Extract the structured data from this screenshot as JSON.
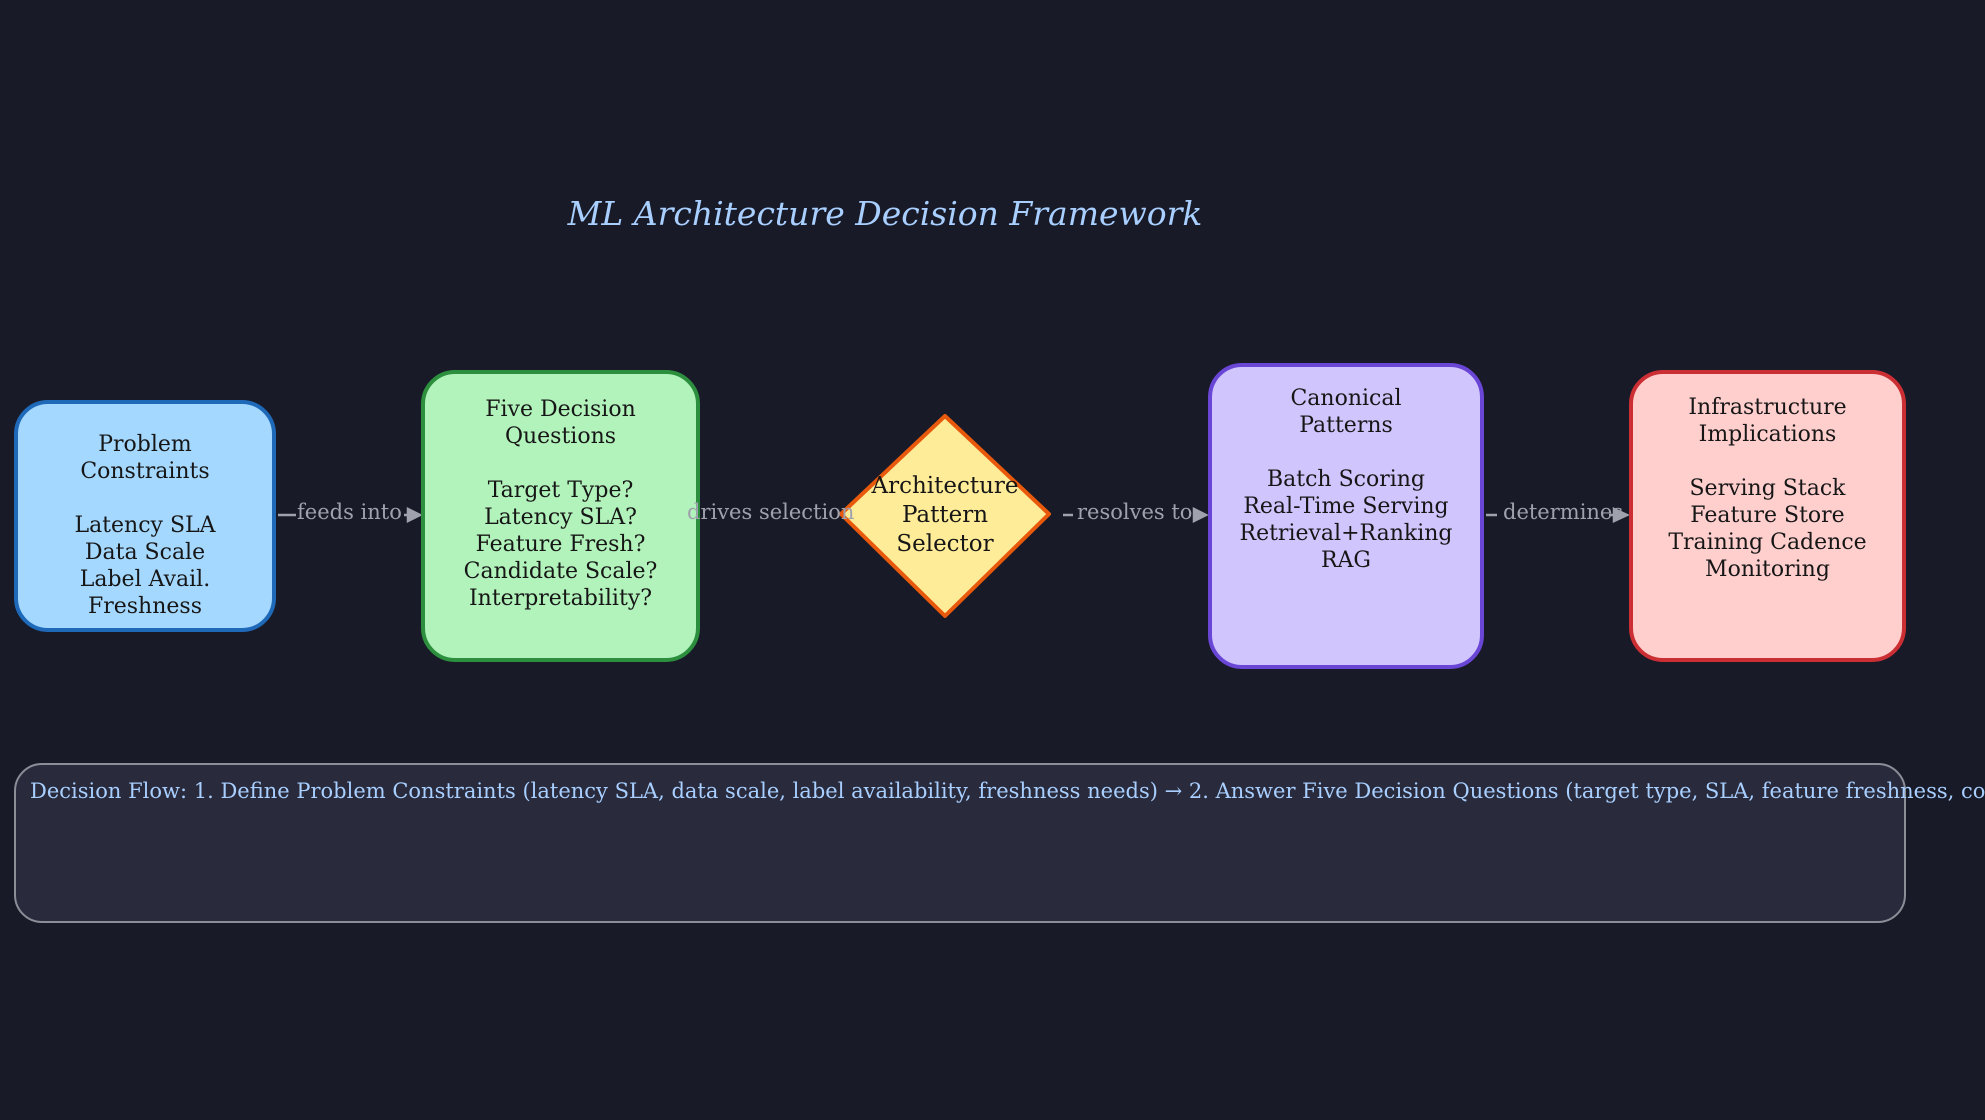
{
  "title": "ML Architecture Decision Framework",
  "nodes": {
    "constraints": {
      "title": "Problem\nConstraints",
      "items": [
        "Latency SLA",
        "Data Scale",
        "Label Avail.",
        "Freshness"
      ]
    },
    "questions": {
      "title": "Five Decision\nQuestions",
      "items": [
        "Target Type?",
        "Latency SLA?",
        "Feature Fresh?",
        "Candidate Scale?",
        "Interpretability?"
      ]
    },
    "selector": {
      "title": "Architecture\nPattern\nSelector"
    },
    "patterns": {
      "title": "Canonical\nPatterns",
      "items": [
        "Batch Scoring",
        "Real-Time Serving",
        "Retrieval+Ranking",
        "RAG"
      ]
    },
    "infra": {
      "title": "Infrastructure\nImplications",
      "items": [
        "Serving Stack",
        "Feature Store",
        "Training Cadence",
        "Monitoring"
      ]
    }
  },
  "edges": [
    {
      "label": "feeds into"
    },
    {
      "label": "drives selection"
    },
    {
      "label": "resolves to"
    },
    {
      "label": "determines"
    }
  ],
  "flow": {
    "text": "Decision Flow:  1. Define Problem Constraints (latency SLA, data scale, label availability, freshness needs)  →  2. Answer Five Decision Questions (target type, SLA, feature freshness, co"
  },
  "colors": {
    "background": "#181a27",
    "title": "#a8cfff",
    "constraints_fill": "#a5d8ff",
    "questions_fill": "#b2f2bb",
    "selector_fill": "#ffec99",
    "patterns_fill": "#d0c5fd",
    "infra_fill": "#ffcfce",
    "edge": "#9fa2ad"
  }
}
